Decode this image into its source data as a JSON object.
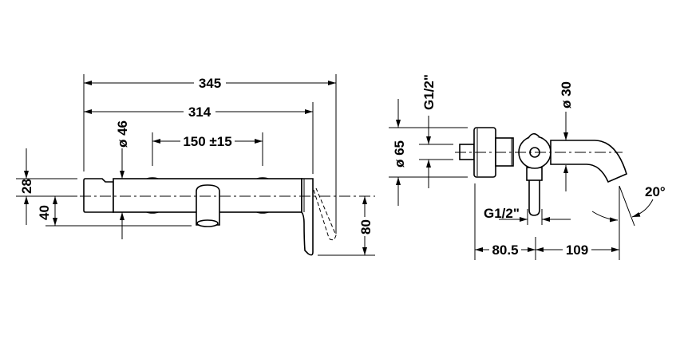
{
  "front_view": {
    "width_overall": "345",
    "width_body": "314",
    "center_distance": "150 ±15",
    "body_diameter": "ø 46",
    "top_offset": "28",
    "bottom_offset": "40",
    "lever_drop": "80"
  },
  "side_view": {
    "rosette_diameter": "ø 65",
    "inlet_thread": "G1/2\"",
    "spout_diameter": "ø 30",
    "outlet_thread": "G1/2\"",
    "depth_to_axis": "80.5",
    "spout_projection": "109",
    "spout_angle": "20°"
  }
}
